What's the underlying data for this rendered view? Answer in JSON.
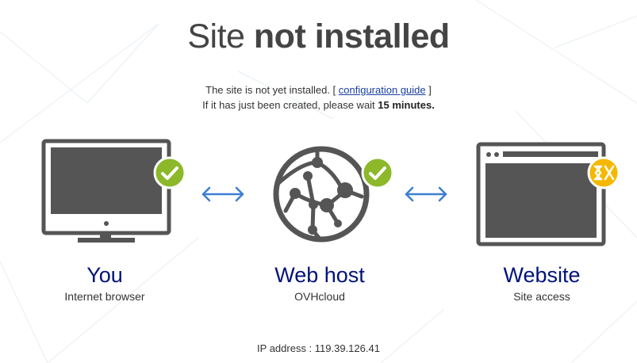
{
  "title": {
    "light": "Site",
    "bold": "not installed"
  },
  "intro": {
    "line1_before": "The site is not yet installed. [ ",
    "guide_link": "configuration guide",
    "line1_after": " ]",
    "line2_before": "If it has just been created, please wait ",
    "line2_bold": "15 minutes."
  },
  "nodes": {
    "you": {
      "name": "You",
      "sub": "Internet browser",
      "status": "ok"
    },
    "host": {
      "name": "Web host",
      "sub": "OVHcloud",
      "status": "ok"
    },
    "site": {
      "name": "Website",
      "sub": "Site access",
      "status": "pending"
    }
  },
  "ip": "IP address : 119.39.126.41",
  "colors": {
    "ok_badge": "#8cb82a",
    "pending_badge": "#f5b800",
    "icon_grey": "#555555",
    "arrow_blue": "#3d7fd1",
    "heading_blue": "#00137a"
  },
  "icons": {
    "you": "monitor-icon",
    "host": "globe-network-icon",
    "site": "browser-window-icon",
    "ok": "check-icon",
    "pending": "hourglass-tools-icon",
    "arrow": "double-arrow-icon"
  }
}
